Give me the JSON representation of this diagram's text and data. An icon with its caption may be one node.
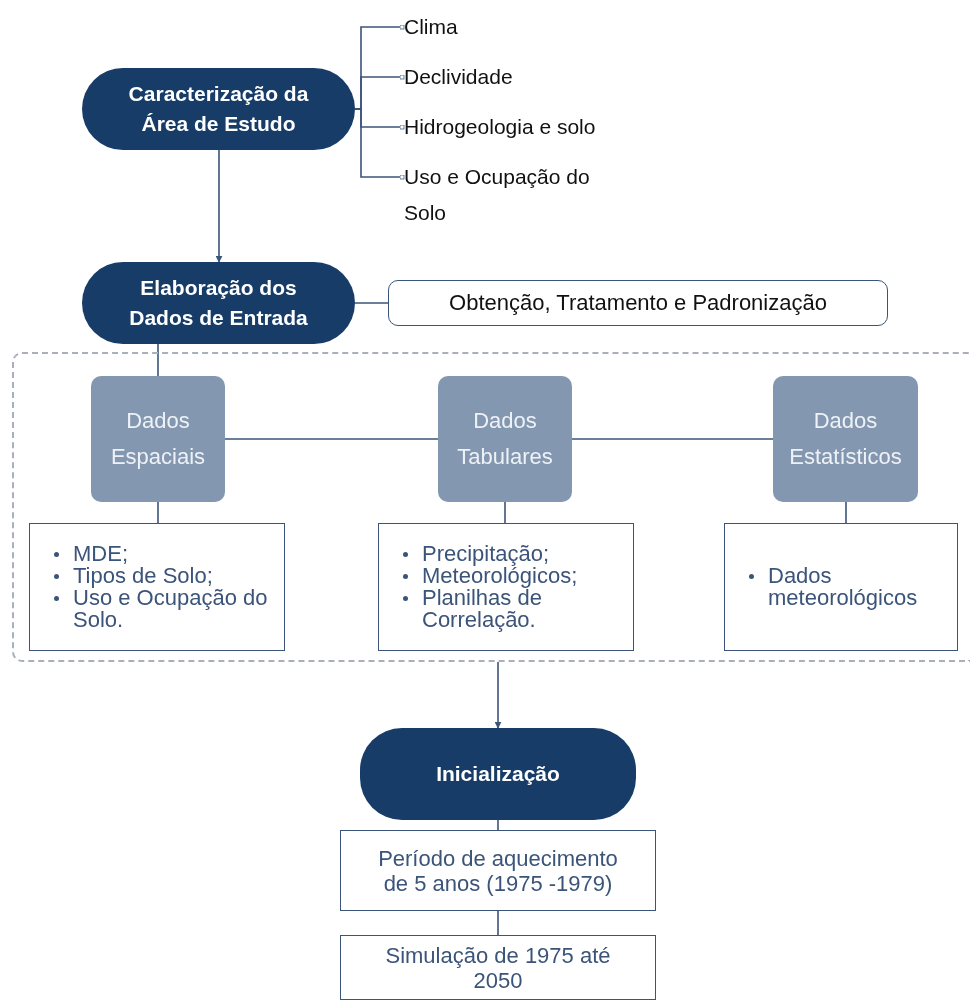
{
  "diagram": {
    "nodes": [
      {
        "text": [
          "Caracterização da Área de Estudo"
        ]
      },
      {
        "text": [
          "Clima"
        ]
      },
      {
        "text": [
          "Declividade"
        ]
      },
      {
        "text": [
          "Hidrogeologia e solo"
        ]
      },
      {
        "text": [
          "Uso e Ocupação do Solo"
        ]
      },
      {
        "text": [
          "Elaboração dos Dados de Entrada"
        ]
      },
      {
        "text": [
          "Obtenção, Tratamento e Padronização"
        ]
      },
      {
        "text": [],
        "shape": "box"
      },
      {
        "text": [
          "Dados Espaciais"
        ],
        "in": 7
      },
      {
        "text": [
          "Dados Tabulares"
        ],
        "in": 7
      },
      {
        "text": [
          "Dados Estatísticos"
        ],
        "in": 7
      },
      {
        "text": [
          "MDE;",
          "Tipos de Solo;",
          "Uso e Ocupação do Solo."
        ],
        "in": 7
      },
      {
        "text": [
          "Precipitação;",
          "Meteorológicos;",
          "Planilhas de Correlação."
        ],
        "in": 7
      },
      {
        "text": [
          "Dados meteorológicos"
        ],
        "in": 7
      },
      {
        "text": [
          "Inicialização"
        ]
      },
      {
        "text": [
          "Período de aquecimento de 5 anos (1975 -1979)"
        ]
      },
      {
        "text": [
          "Simulação de 1975 até 2050"
        ]
      }
    ],
    "edges": [
      {
        "from": 0,
        "to": 1,
        "arrow": "other"
      },
      {
        "from": 0,
        "to": 2,
        "arrow": "other"
      },
      {
        "from": 0,
        "to": 3,
        "arrow": "other"
      },
      {
        "from": 0,
        "to": 4,
        "arrow": "other"
      },
      {
        "from": 0,
        "to": 5,
        "arrow": "to"
      },
      {
        "from": 5,
        "to": 6,
        "arrow": "none"
      },
      {
        "from": 5,
        "to": 8,
        "arrow": "none"
      },
      {
        "from": 8,
        "to": 9,
        "arrow": "none"
      },
      {
        "from": 9,
        "to": 10,
        "arrow": "none"
      },
      {
        "from": 8,
        "to": 11,
        "arrow": "none"
      },
      {
        "from": 9,
        "to": 12,
        "arrow": "none"
      },
      {
        "from": 10,
        "to": 13,
        "arrow": "none"
      },
      {
        "from": 7,
        "to": 14,
        "arrow": "to"
      },
      {
        "from": 14,
        "to": 15,
        "arrow": "none"
      },
      {
        "from": 15,
        "to": 16,
        "arrow": "none"
      }
    ]
  }
}
